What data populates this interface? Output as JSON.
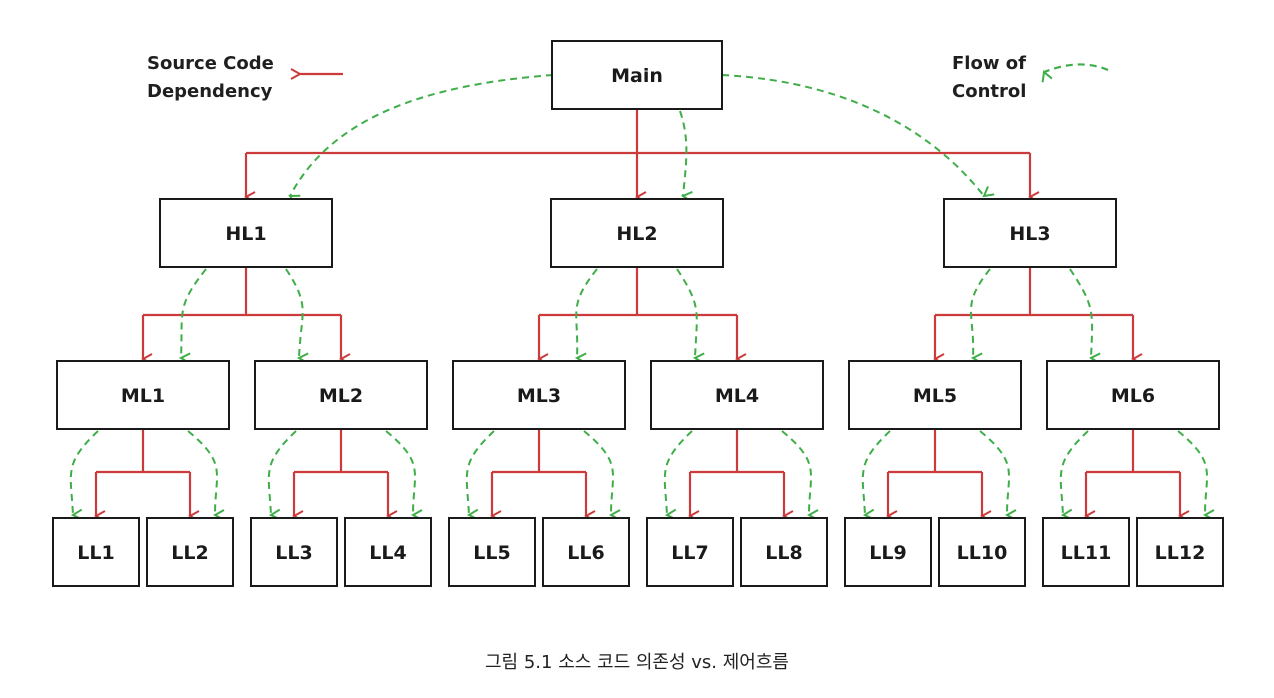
{
  "diagram": {
    "root": "Main",
    "high_level": [
      "HL1",
      "HL2",
      "HL3"
    ],
    "mid_level": [
      "ML1",
      "ML2",
      "ML3",
      "ML4",
      "ML5",
      "ML6"
    ],
    "low_level": [
      "LL1",
      "LL2",
      "LL3",
      "LL4",
      "LL5",
      "LL6",
      "LL7",
      "LL8",
      "LL9",
      "LL10",
      "LL11",
      "LL12"
    ]
  },
  "legend": {
    "source_dependency": [
      "Source Code",
      "Dependency"
    ],
    "flow_of_control": [
      "Flow of",
      "Control"
    ]
  },
  "colors": {
    "dependency": "#cc3b3b",
    "control": "#3fae49",
    "box_border": "#1a1a1a"
  },
  "caption": "그림 5.1 소스 코드 의존성 vs. 제어흐름"
}
